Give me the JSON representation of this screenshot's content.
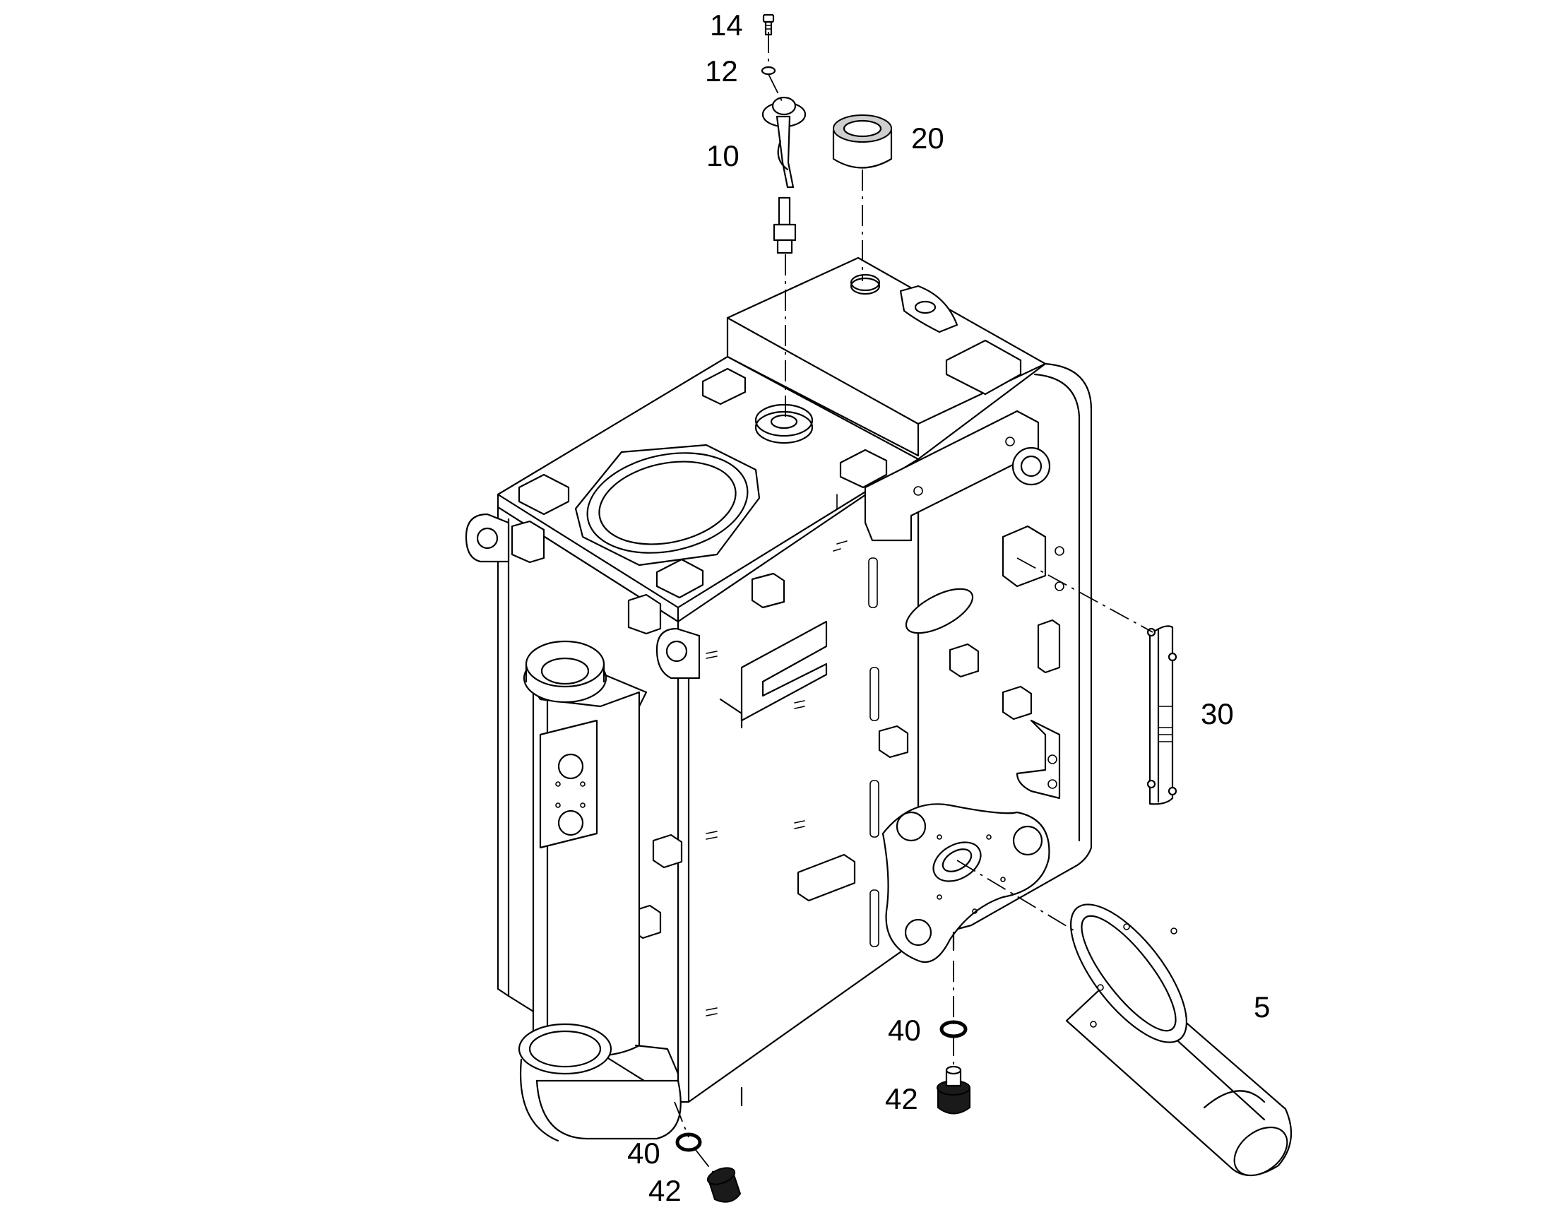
{
  "callouts": {
    "c14": "14",
    "c12": "12",
    "c10": "10",
    "c20": "20",
    "c30": "30",
    "c5": "5",
    "c40a": "40",
    "c42a": "42",
    "c40b": "40",
    "c42b": "42"
  },
  "colors": {
    "stroke": "#000000",
    "background": "#ffffff"
  }
}
